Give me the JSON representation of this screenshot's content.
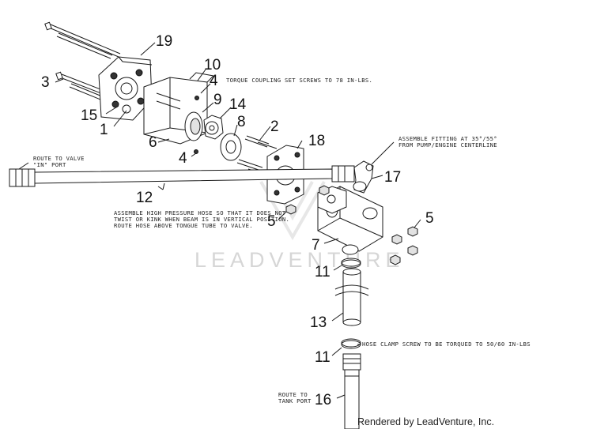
{
  "watermark": "LEADVENTURE",
  "credit": "Rendered by LeadVenture, Inc.",
  "notes": {
    "torque_coupling": "TORQUE COUPLING SET SCREWS TO 78 IN-LBS.",
    "fitting_line1": "ASSEMBLE FITTING AT 35°/55°",
    "fitting_line2": "FROM PUMP/ENGINE CENTERLINE",
    "valve_line1": "ROUTE TO VALVE",
    "valve_line2": "\"IN\" PORT",
    "hose_line1": "ASSEMBLE HIGH PRESSURE HOSE SO THAT IT DOES NOT",
    "hose_line2": "TWIST OR KINK WHEN BEAM IS IN VERTICAL POSITION.",
    "hose_line3": "ROUTE HOSE ABOVE TONGUE TUBE TO VALVE.",
    "clamp": "HOSE CLAMP SCREW TO BE TORQUED TO 50/60 IN-LBS",
    "tank_line1": "ROUTE TO",
    "tank_line2": "TANK PORT"
  },
  "callouts": {
    "c19": "19",
    "c10": "10",
    "c4a": "4",
    "c3": "3",
    "c9": "9",
    "c14": "14",
    "c15": "15",
    "c8": "8",
    "c1": "1",
    "c2": "2",
    "c6": "6",
    "c18": "18",
    "c4b": "4",
    "c17": "17",
    "c12": "12",
    "c5a": "5",
    "c5b": "5",
    "c7": "7",
    "c11a": "11",
    "c13": "13",
    "c11b": "11",
    "c16": "16"
  }
}
